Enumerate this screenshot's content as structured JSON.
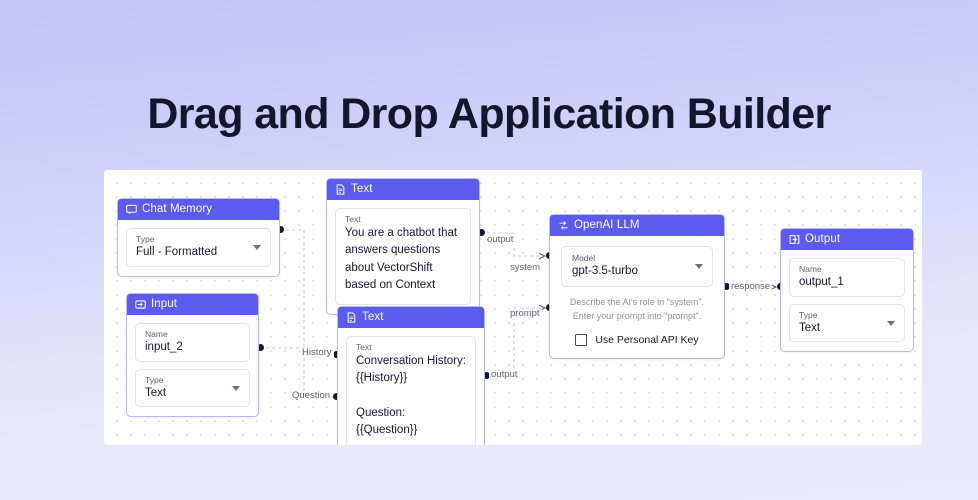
{
  "page": {
    "title": "Drag and Drop Application Builder",
    "title_color": "#12172e",
    "background_gradient_from": "#c3c4f7",
    "background_gradient_to": "#ecebfd"
  },
  "canvas": {
    "name": "pipeline-canvas",
    "background": "#ffffff",
    "grid": "dotted",
    "node_header_color": "#5b5bef",
    "node_border_color": "#b9baf3"
  },
  "nodes": {
    "chat_memory": {
      "title": "Chat Memory",
      "icon": "chat-bubble-icon",
      "fields": [
        {
          "label": "Type",
          "value": "Full - Formatted",
          "control": "dropdown"
        }
      ]
    },
    "text_system": {
      "title": "Text",
      "icon": "document-icon",
      "fields": [
        {
          "label": "Text",
          "value": "You are a chatbot that answers questions about VectorShift based on Context",
          "control": "textarea"
        }
      ]
    },
    "input": {
      "title": "Input",
      "icon": "arrow-into-box-icon",
      "fields": [
        {
          "label": "Name",
          "value": "input_2",
          "control": "text"
        },
        {
          "label": "Type",
          "value": "Text",
          "control": "dropdown"
        }
      ]
    },
    "text_prompt": {
      "title": "Text",
      "icon": "document-icon",
      "fields": [
        {
          "label": "Text",
          "value": "Conversation History:\n{{History}}\n\nQuestion:\n{{Question}}",
          "control": "textarea"
        }
      ]
    },
    "openai_llm": {
      "title": "OpenAI LLM",
      "icon": "transform-arrows-icon",
      "fields": [
        {
          "label": "Model",
          "value": "gpt-3.5-turbo",
          "control": "dropdown"
        }
      ],
      "helper_line_1": "Describe the AI's role in \"system\".",
      "helper_line_2": "Enter your prompt into \"prompt\".",
      "checkbox": {
        "label": "Use Personal API Key",
        "checked": false
      }
    },
    "output": {
      "title": "Output",
      "icon": "arrow-out-of-box-icon",
      "fields": [
        {
          "label": "Name",
          "value": "output_1",
          "control": "text"
        },
        {
          "label": "Type",
          "value": "Text",
          "control": "dropdown"
        }
      ]
    }
  },
  "edges": [
    {
      "label": "output",
      "from": "text_system",
      "to": "openai_llm.system"
    },
    {
      "label": "system",
      "from": "text_system",
      "to": "openai_llm"
    },
    {
      "label": "prompt",
      "from": "text_prompt",
      "to": "openai_llm"
    },
    {
      "label": "output",
      "from": "text_prompt",
      "to": "openai_llm.prompt"
    },
    {
      "label": "History",
      "from": "chat_memory",
      "to": "text_prompt"
    },
    {
      "label": "Question",
      "from": "input",
      "to": "text_prompt"
    },
    {
      "label": "response",
      "from": "openai_llm",
      "to": "output"
    }
  ]
}
